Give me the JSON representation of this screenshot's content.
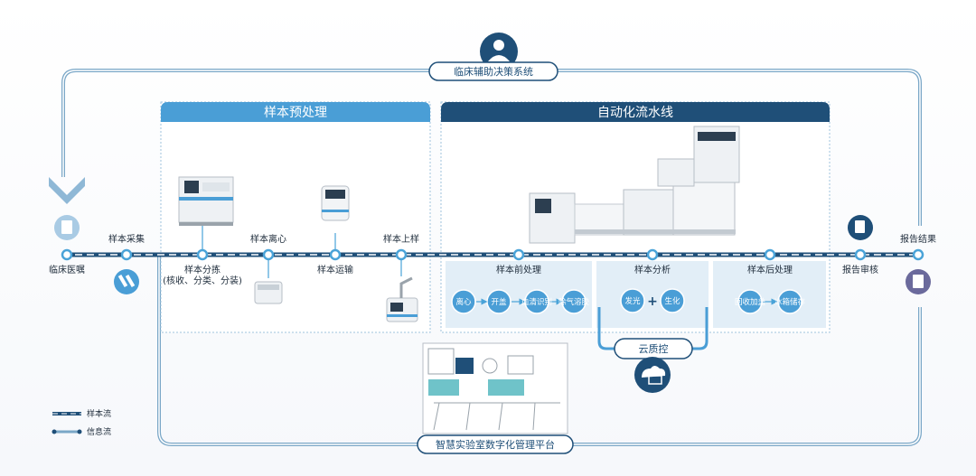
{
  "colors": {
    "primary": "#1f4f78",
    "accent": "#4aa3d8",
    "panel_header": "#2f6d9c",
    "info_line": "#7aa7c7",
    "light_panel": "#e2eef7"
  },
  "top": {
    "system": "临床辅助决策系统",
    "icon": "doctor-icon"
  },
  "bottom": {
    "platform": "智慧实验室数字化管理平台"
  },
  "sections": {
    "preprocess": "样本预处理",
    "automation": "自动化流水线"
  },
  "flow": {
    "order": "临床医嘱",
    "collect": "样本采集",
    "sort": "样本分拣",
    "sort_detail": "(核收、分类、分装)",
    "centrifuge": "样本离心",
    "transport": "样本运输",
    "loading": "样本上样",
    "report_review": "报告审核",
    "report_result": "报告结果"
  },
  "stages": {
    "pre": {
      "title": "样本前处理",
      "steps": [
        "离心",
        "开盖",
        "血清识别",
        "除气溶胶"
      ]
    },
    "analysis": {
      "title": "样本分析",
      "steps": [
        "发光",
        "生化"
      ],
      "plus": "+"
    },
    "post": {
      "title": "样本后处理",
      "steps": [
        "回收加盖",
        "冰箱储存"
      ]
    }
  },
  "cloud": {
    "label": "云质控",
    "icon": "cloud-computer-icon"
  },
  "legend": {
    "sample_flow": "样本流",
    "info_flow": "信息流"
  }
}
